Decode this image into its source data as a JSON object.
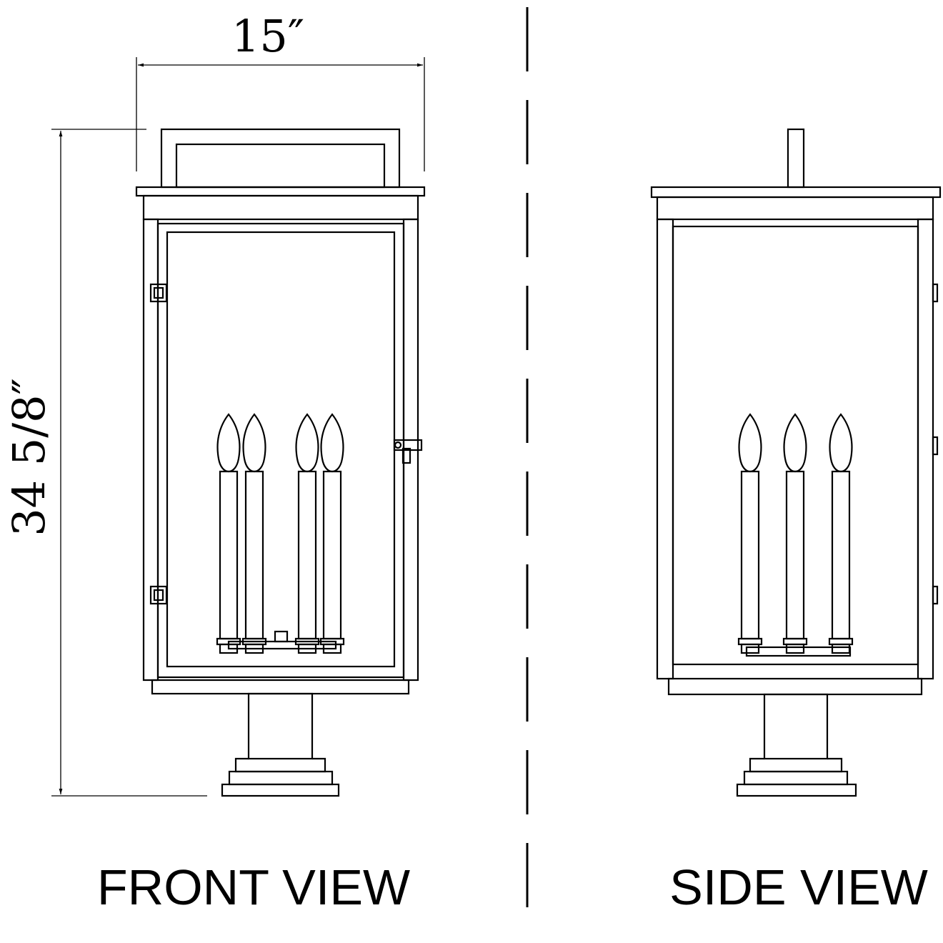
{
  "dimensions": {
    "width": "15″",
    "height": "34 5/8″"
  },
  "views": {
    "front_label": "FRONT VIEW",
    "side_label": "SIDE VIEW"
  },
  "front_candle_count": 4,
  "side_candle_count": 3,
  "colors": {
    "line": "#000000",
    "background": "#ffffff"
  }
}
